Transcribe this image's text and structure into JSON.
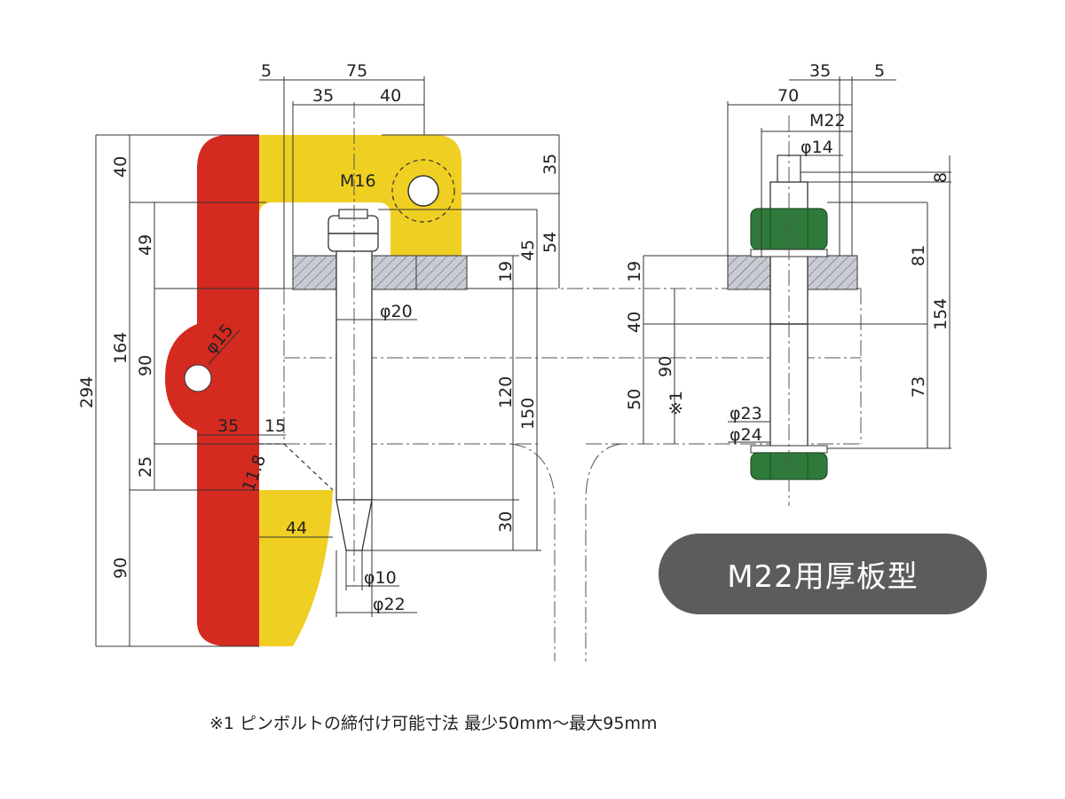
{
  "colors": {
    "clamp_red": "#d42a20",
    "jaw_yellow": "#f0cf23",
    "nut_green": "#2f7a3a",
    "plate_gray": "#c8ccd2",
    "badge_gray": "#5d5b5c"
  },
  "badge": {
    "label": "M22用厚板型"
  },
  "footnote": "※1 ピンボルトの締付け可能寸法 最少50mm～最大95mm",
  "left_view": {
    "top_dims": {
      "gap": "5",
      "total": "75",
      "left": "35",
      "right": "40"
    },
    "left_dims": {
      "overall": "294",
      "top": "40",
      "upper": "164",
      "mid_a": "49",
      "mid_b": "90",
      "lower_a": "25",
      "bottom": "90"
    },
    "right_dims": {
      "a": "35",
      "b": "54",
      "c": "45",
      "d": "19",
      "e": "120",
      "f": "150",
      "g": "30"
    },
    "labels": {
      "bolt": "M16",
      "shank": "φ20",
      "hole": "φ15",
      "w35": "35",
      "w15": "15",
      "jaw": "44",
      "ang": "11.8",
      "tip": "φ10",
      "cone": "φ22"
    }
  },
  "right_view": {
    "top_dims": {
      "a": "35",
      "b": "5",
      "c": "70",
      "thread": "M22",
      "pin": "φ14"
    },
    "right_dims": {
      "a": "8",
      "b": "81",
      "c": "154",
      "d": "73"
    },
    "left_dims": {
      "a": "19",
      "b": "40",
      "c": "90",
      "d": "50",
      "note": "※1"
    },
    "labels": {
      "d1": "φ23",
      "d2": "φ24"
    }
  }
}
